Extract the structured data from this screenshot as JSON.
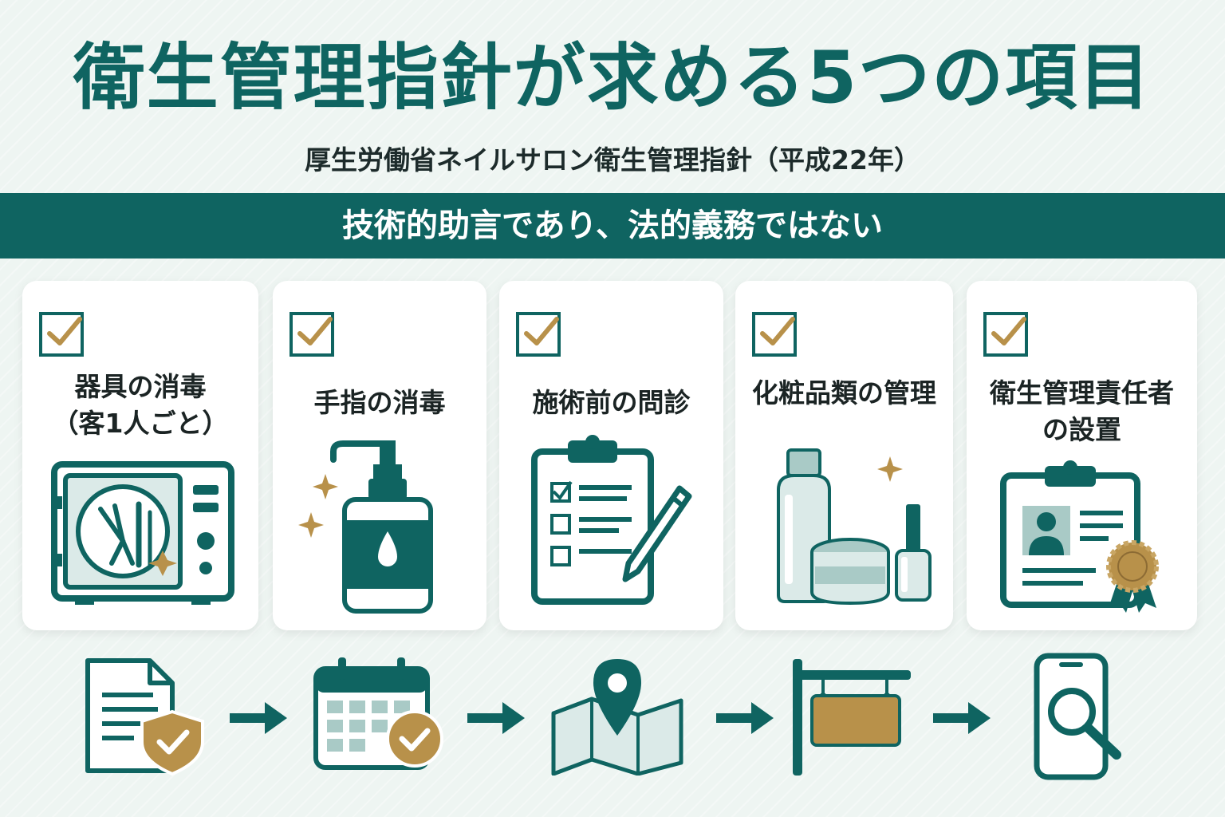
{
  "title": "衛生管理指針が求める5つの項目",
  "subtitle": "厚生労働省ネイルサロン衛生管理指針（平成22年）",
  "banner": "技術的助言であり、法的義務ではない",
  "colors": {
    "primary": "#0f6461",
    "accent": "#b8914a",
    "light": "#dbeae8",
    "background": "#eef5f2"
  },
  "items": [
    {
      "label_line1": "器具の消毒",
      "label_line2": "（客1人ごと）",
      "icon": "sterilizer-icon"
    },
    {
      "label_line1": "手指の消毒",
      "label_line2": "",
      "icon": "hand-sanitizer-icon"
    },
    {
      "label_line1": "施術前の問診",
      "label_line2": "",
      "icon": "clipboard-checklist-icon"
    },
    {
      "label_line1": "化粧品類の管理",
      "label_line2": "",
      "icon": "cosmetics-icon"
    },
    {
      "label_line1": "衛生管理責任者",
      "label_line2": "の設置",
      "icon": "certificate-clipboard-icon"
    }
  ],
  "flow": [
    {
      "icon": "document-shield-icon"
    },
    {
      "icon": "calendar-check-icon"
    },
    {
      "icon": "map-pin-icon"
    },
    {
      "icon": "hanging-sign-icon"
    },
    {
      "icon": "phone-search-icon"
    }
  ]
}
